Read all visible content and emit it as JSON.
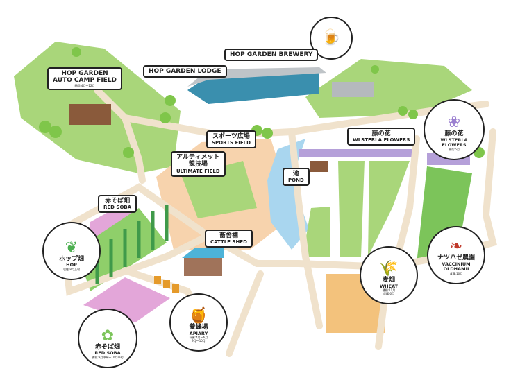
{
  "labels": {
    "brewery": {
      "en": "HOP GARDEN BREWERY"
    },
    "lodge": {
      "en": "HOP GARDEN LODGE"
    },
    "camp": {
      "en1": "HOP GARDEN",
      "en2": "AUTO CAMP FIELD",
      "note": "開園:4月〜12月"
    },
    "sports": {
      "jp": "スポーツ広場",
      "en": "SPORTS FIELD"
    },
    "ultimate": {
      "jp1": "アルティメット",
      "jp2": "競技場",
      "en": "ULTIMATE FIELD"
    },
    "pond": {
      "jp": "池",
      "en": "POND"
    },
    "wisteria_tag": {
      "jp": "藤の花",
      "en": "WLSTERLA FLOWERS"
    },
    "red_soba_tag": {
      "jp": "赤そば畑",
      "en": "RED SOBA"
    },
    "cattle": {
      "jp": "畜舎棟",
      "en": "CATTLE SHED"
    }
  },
  "circles": {
    "hop": {
      "icon": "hop-leaf-icon",
      "jp": "ホップ畑",
      "en": "HOP",
      "note": "収穫:8月上旬"
    },
    "red_soba": {
      "icon": "soba-flower-icon",
      "jp": "赤そば畑",
      "en": "RED SOBA",
      "note": "開花:9月中旬〜10月中旬"
    },
    "apiary": {
      "icon": "honey-jar-icon",
      "jp": "養蜂場",
      "en": "APIARY",
      "note1": "採蜜:4月〜6月",
      "note2": "9月〜10月"
    },
    "wheat": {
      "icon": "wheat-icon",
      "jp": "麦畑",
      "en": "WHEAT",
      "note1": "播種:11月",
      "note2": "収穫:6月"
    },
    "vaccinium": {
      "icon": "berry-icon",
      "jp": "ナツハゼ農園",
      "en1": "VACCINIUM",
      "en2": "OLDHAMII",
      "note": "収穫:10月"
    },
    "wisteria": {
      "icon": "wisteria-icon",
      "jp": "藤の花",
      "en1": "WLSTERLA",
      "en2": "FLOWERS",
      "note": "開花:5月"
    }
  },
  "colors": {
    "grass": "#a9d67a",
    "path": "#f0e2cc",
    "pond": "#a9d6ef",
    "soba": "#e3a6d9",
    "wheat": "#f3c27c",
    "wisteria": "#b5a0d9",
    "field": "#f7d3ad"
  }
}
